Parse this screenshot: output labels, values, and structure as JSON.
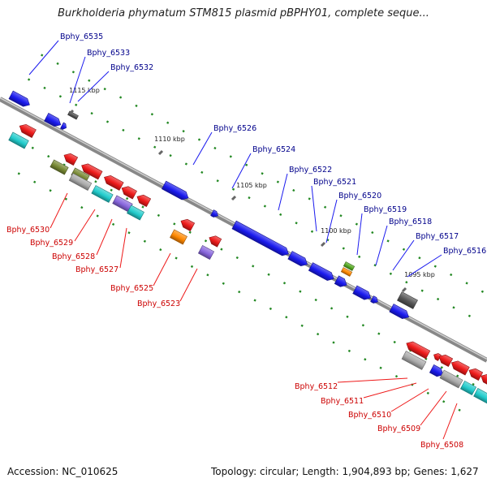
{
  "title": "Burkholderia phymatum STM815 plasmid pBPHY01, complete seque...",
  "footer": {
    "accession": "Accession: NC_010625",
    "summary": "Topology: circular; Length: 1,904,893 bp; Genes: 1,627"
  },
  "colors": {
    "forward": "#1a1aee",
    "reverse": "#ee1a1a",
    "cyan": "#22cccc",
    "orange": "#ff8800",
    "purple": "#8866dd",
    "green": "#55aa22",
    "olive": "#778833",
    "gray": "#aaaaaa",
    "darkgray": "#555555",
    "dots": "#228822",
    "label_forward": "#00008b",
    "label_reverse": "#cc0000"
  },
  "scale": {
    "ticks": [
      "1115 kbp",
      "1110 kbp",
      "1105 kbp",
      "1100 kbp",
      "1095 kbp"
    ]
  },
  "forward_labels": [
    "Bphy_6535",
    "Bphy_6533",
    "Bphy_6532",
    "Bphy_6526",
    "Bphy_6524",
    "Bphy_6522",
    "Bphy_6521",
    "Bphy_6520",
    "Bphy_6519",
    "Bphy_6518",
    "Bphy_6517",
    "Bphy_6516"
  ],
  "reverse_labels": [
    "Bphy_6530",
    "Bphy_6529",
    "Bphy_6528",
    "Bphy_6527",
    "Bphy_6525",
    "Bphy_6523",
    "Bphy_6512",
    "Bphy_6511",
    "Bphy_6510",
    "Bphy_6509",
    "Bphy_6508"
  ]
}
